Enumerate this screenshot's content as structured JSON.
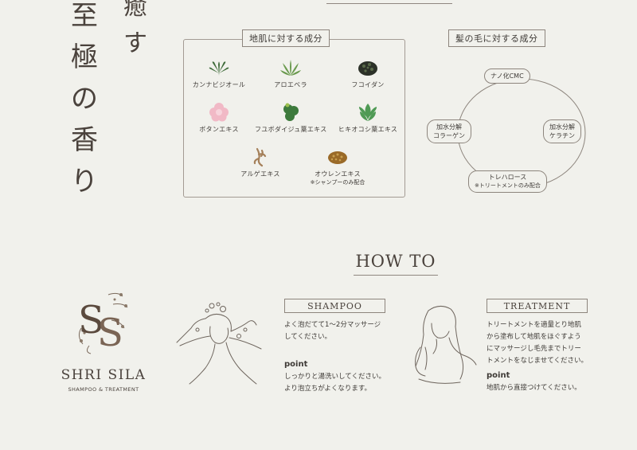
{
  "heading": {
    "col1": [
      "至",
      "極",
      "の",
      "香",
      "り"
    ],
    "col2": [
      "癒",
      "す"
    ]
  },
  "scalp": {
    "title": "地肌に対する成分",
    "items": [
      {
        "label": "カンナビジオール",
        "icon": "cannabis-leaf-icon"
      },
      {
        "label": "アロエベラ",
        "icon": "aloe-icon"
      },
      {
        "label": "フコイダン",
        "icon": "seaweed-icon"
      },
      {
        "label": "ボタンエキス",
        "icon": "peony-flower-icon"
      },
      {
        "label": "フユボダイジュ葉エキス",
        "icon": "linden-leaf-icon"
      },
      {
        "label": "ヒキオコシ葉エキス",
        "icon": "mint-leaf-icon"
      },
      {
        "label": "アルゲエキス",
        "icon": "algae-root-icon"
      },
      {
        "label": "オウレンエキス",
        "sub": "※シャンプーのみ配合",
        "icon": "coptis-powder-icon"
      }
    ]
  },
  "hair": {
    "title": "髪の毛に対する成分",
    "top": "ナノ化CMC",
    "left": [
      "加水分解",
      "コラーゲン"
    ],
    "right": [
      "加水分解",
      "ケラチン"
    ],
    "bottom": "トレハロース",
    "bottom_sub": "※トリートメントのみ配合"
  },
  "howto": {
    "title": "HOW TO",
    "brand": "SHRI SILA",
    "brand_sub": "SHAMPOO & TREATMENT",
    "shampoo": {
      "title": "SHAMPOO",
      "lines": [
        "よく泡だてて1〜2分マッサージ",
        "してください。"
      ],
      "point": "point",
      "point_lines": [
        "しっかりと湯洗いしてください。",
        "より泡立ちがよくなります。"
      ]
    },
    "treatment": {
      "title": "TREATMENT",
      "lines": [
        "トリートメントを適量とり地肌",
        "から塗布して地肌をほぐすよう",
        "にマッサージし毛先までトリー",
        "トメントをなじませてください。"
      ],
      "point": "point",
      "point_lines": [
        "地肌から直接つけてください。"
      ]
    }
  },
  "colors": {
    "background": "#f1f1ec",
    "text": "#3e3a36",
    "border": "#8d857d"
  }
}
